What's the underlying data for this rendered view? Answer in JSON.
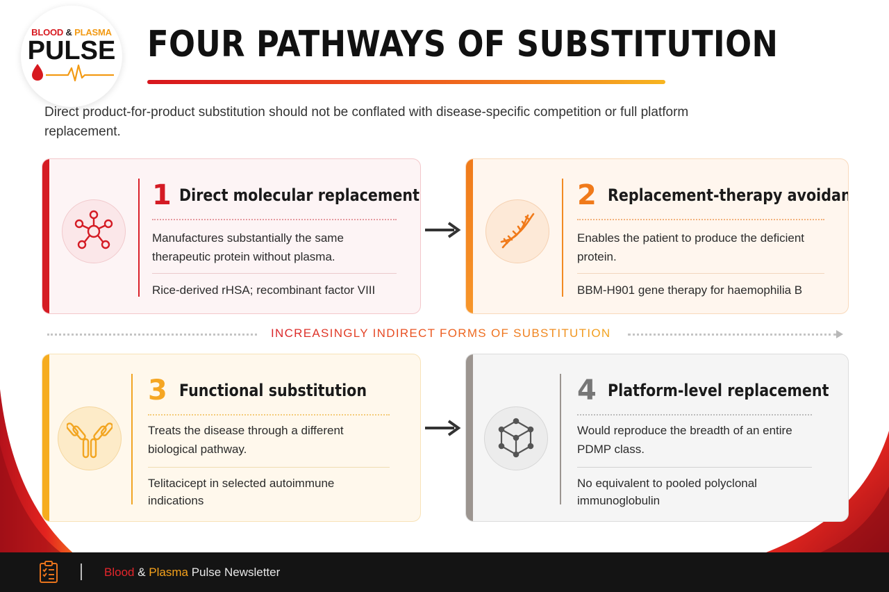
{
  "logo": {
    "top_word1": "BLOOD",
    "top_amp": "&",
    "top_word2": "PLASMA",
    "main": "PULSE"
  },
  "header": {
    "title": "FOUR PATHWAYS OF SUBSTITUTION",
    "intro": "Direct product-for-product substitution should not be conflated with disease-specific competition or full platform replacement."
  },
  "cards": [
    {
      "number": "1",
      "title": "Direct molecular replacement",
      "description": "Manufactures substantially the same therapeutic protein without plasma.",
      "example": "Rice-derived rHSA; recombinant factor VIII",
      "icon": "molecule-icon",
      "accent": "#d51b23"
    },
    {
      "number": "2",
      "title": "Replacement-therapy avoidance",
      "description": "Enables the patient to produce the deficient protein.",
      "example": "BBM-H901 gene therapy for haemophilia B",
      "icon": "dna-icon",
      "accent": "#f07a1a"
    },
    {
      "number": "3",
      "title": "Functional substitution",
      "description": "Treats the disease through a different biological pathway.",
      "example": "Telitacicept in selected autoimmune indications",
      "icon": "antibody-icon",
      "accent": "#f6ac1f"
    },
    {
      "number": "4",
      "title": "Platform-level replacement",
      "description": "Would reproduce the breadth of an entire PDMP class.",
      "example": "No equivalent to pooled polyclonal immunoglobulin",
      "icon": "cube-network-icon",
      "accent": "#9c9590"
    }
  ],
  "divider_label": "INCREASINGLY INDIRECT FORMS OF SUBSTITUTION",
  "footer": {
    "icon": "clipboard-icon",
    "word1": "Blood",
    "amp": "&",
    "word2": "Plasma",
    "rest": "Pulse Newsletter"
  }
}
